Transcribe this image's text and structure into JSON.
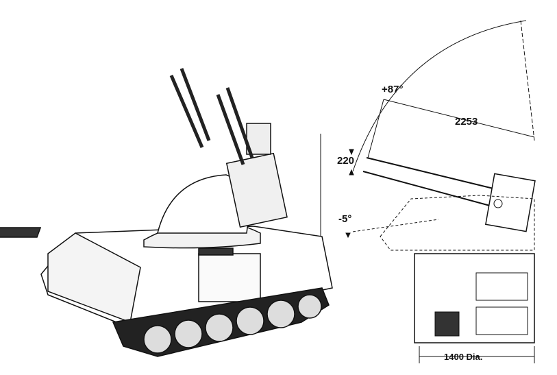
{
  "diagram": {
    "labels": {
      "elevation_max": "+87°",
      "barrel_length": "2253",
      "barrel_spacing": "220",
      "elevation_min": "-5°",
      "turret_ring": "1400 Dia."
    },
    "colors": {
      "ink": "#111111",
      "background": "#ffffff"
    }
  }
}
